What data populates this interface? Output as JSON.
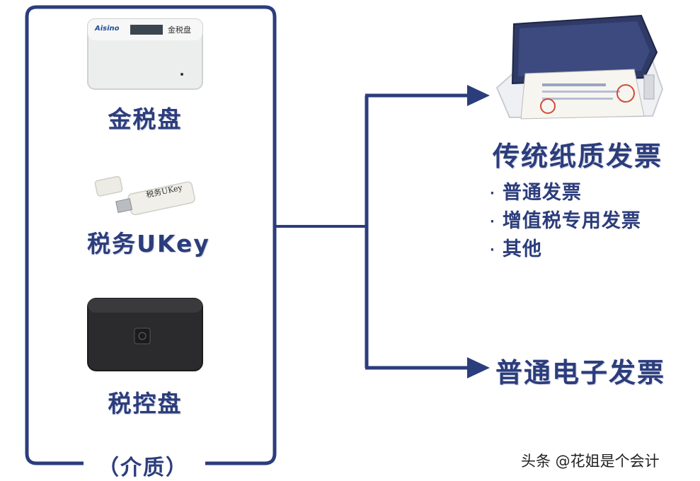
{
  "left_group": {
    "devices": [
      {
        "label": "金税盘",
        "brand": "Aisino",
        "device_text": "金税盘"
      },
      {
        "label": "税务UKey",
        "device_text": "税务UKey"
      },
      {
        "label": "税控盘"
      }
    ],
    "caption": "（介质）"
  },
  "outputs": {
    "paper": {
      "title": "传统纸质发票",
      "items": [
        "普通发票",
        "增值税专用发票",
        "其他"
      ]
    },
    "electronic": {
      "title": "普通电子发票"
    }
  },
  "watermark": "头条 @花姐是个会计",
  "colors": {
    "accent": "#2c3d7c",
    "line": "#2c3d7c"
  }
}
